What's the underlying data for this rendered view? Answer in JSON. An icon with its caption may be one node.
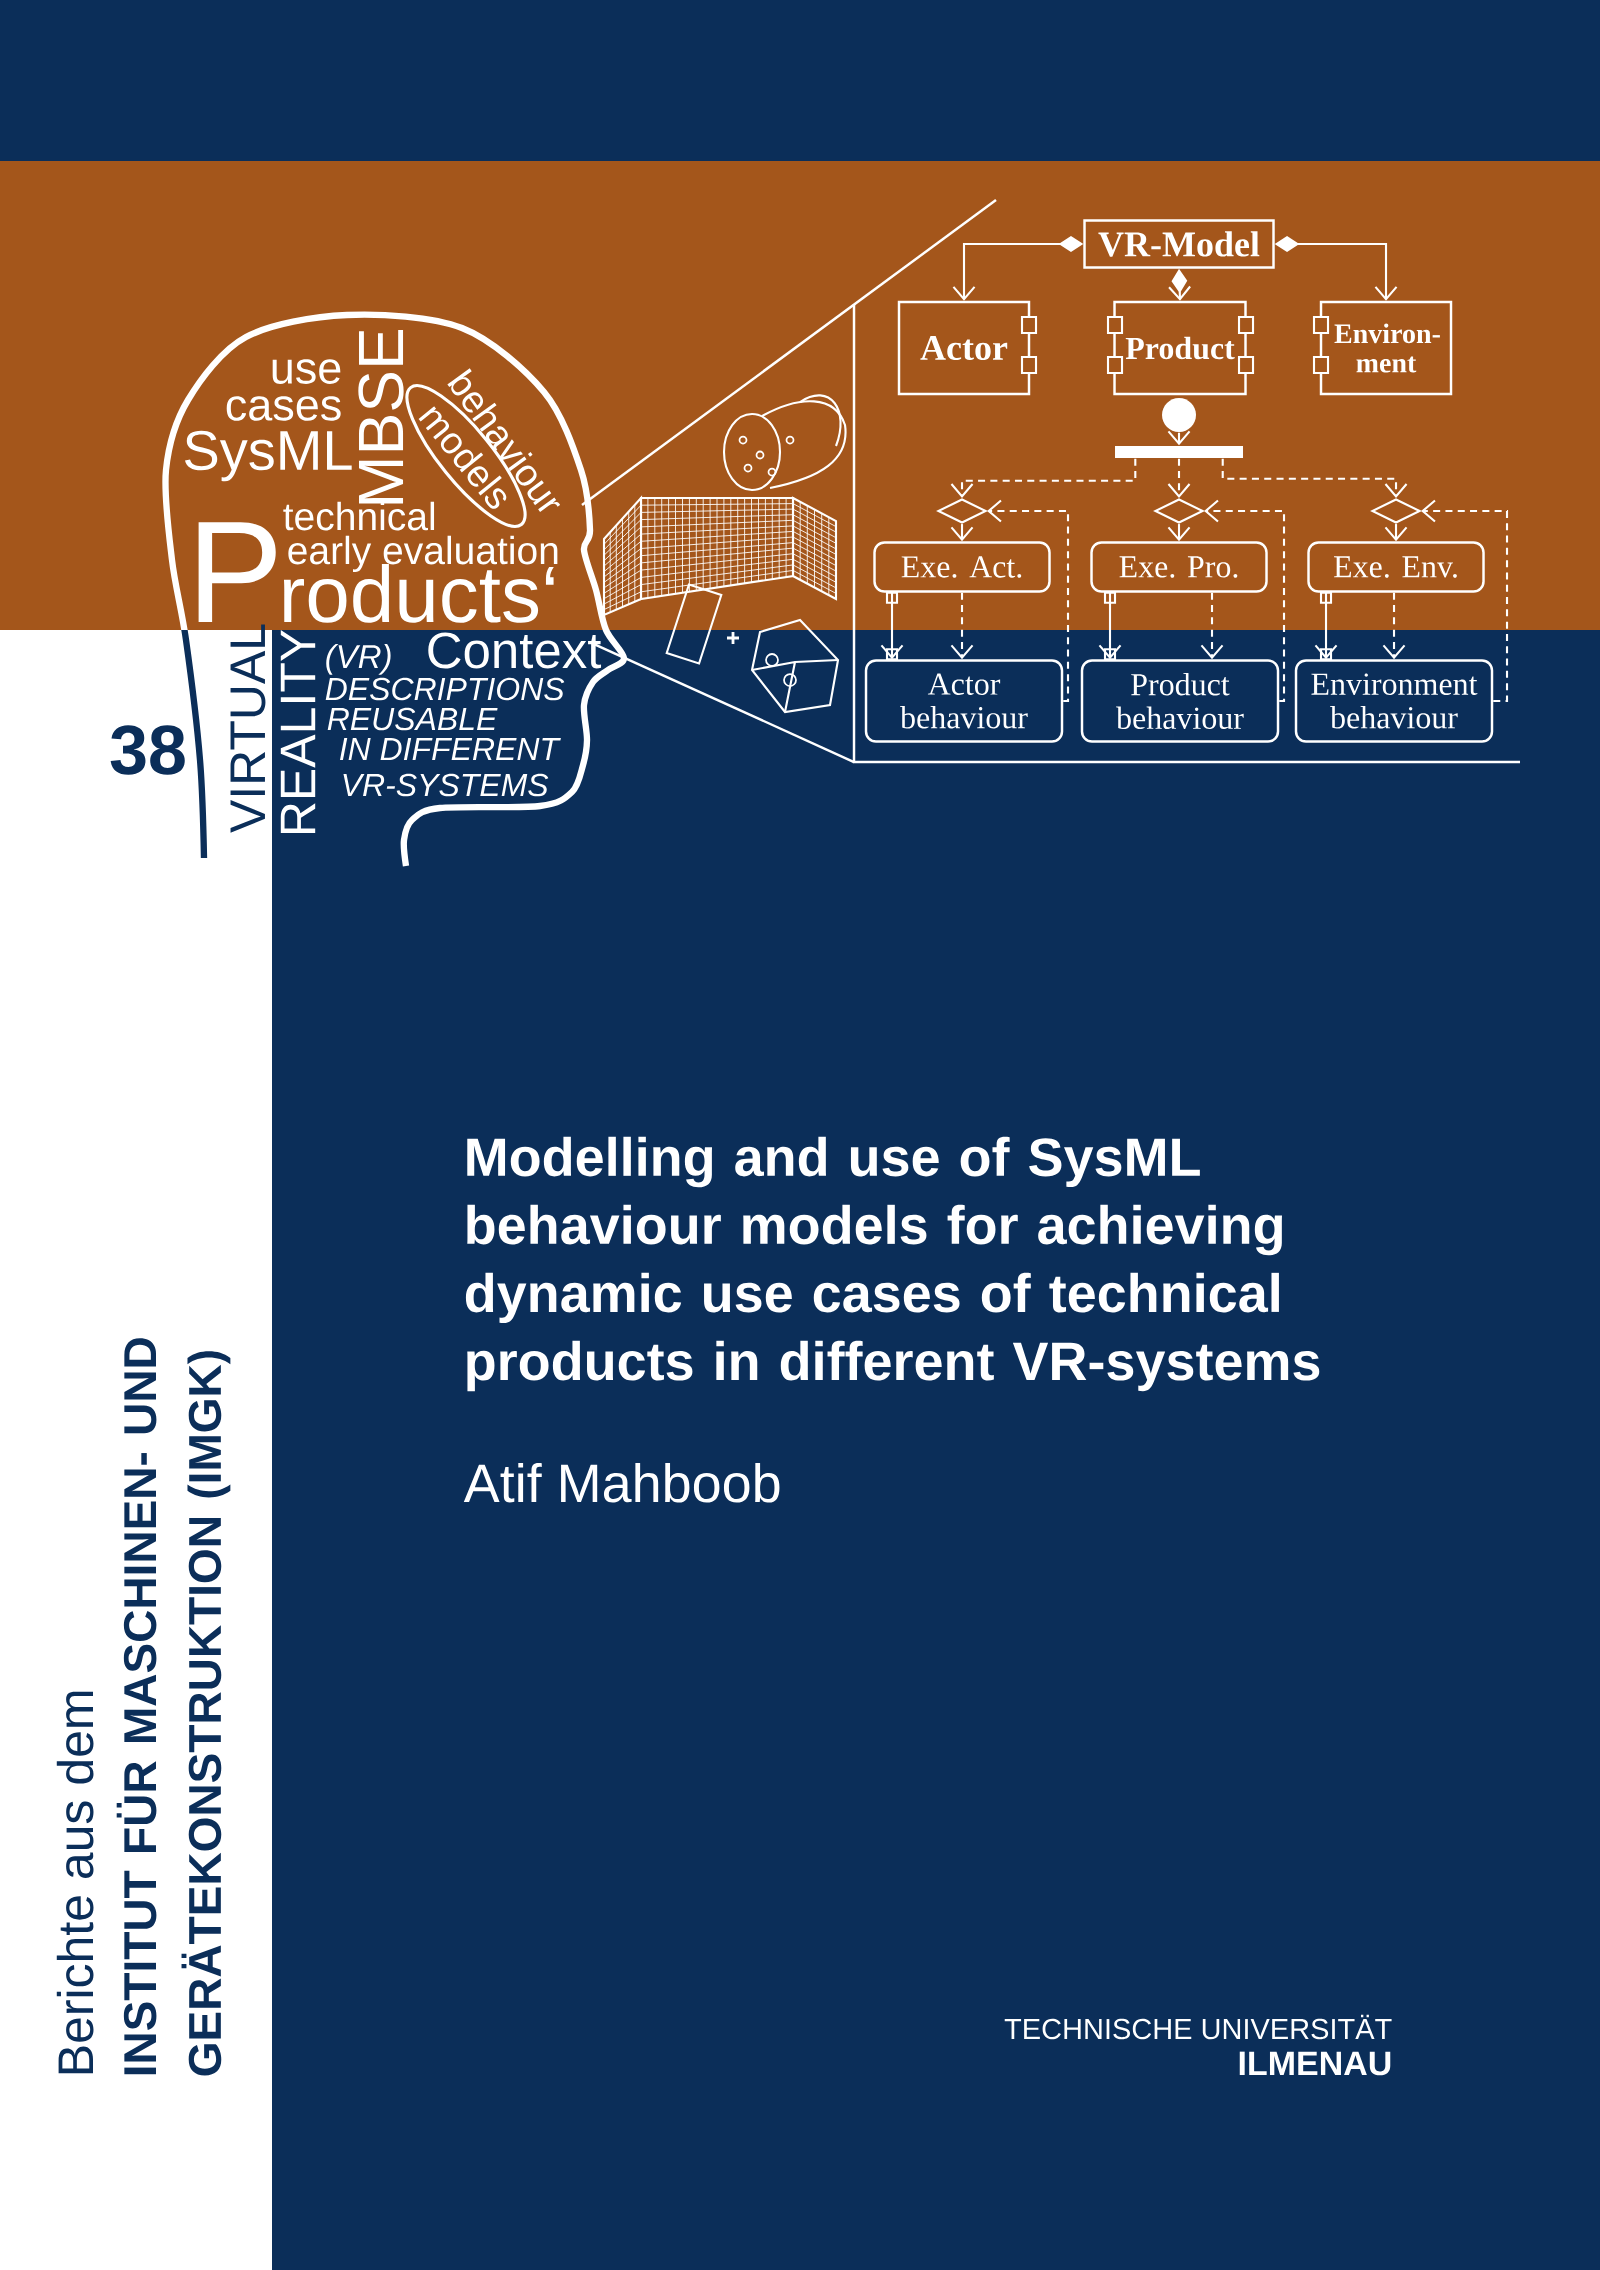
{
  "diagram": {
    "title": "Modelling and use of SysML behaviour models for achieving dynamic use cases of technical products in different VR-systems",
    "nodes": [
      {
        "text": [
          "VR-Model"
        ]
      },
      {
        "text": [
          "Actor"
        ]
      },
      {
        "text": [
          "Product"
        ]
      },
      {
        "text": [
          "Environ- ment"
        ]
      },
      {
        "text": [],
        "shape": "circle"
      },
      {
        "text": [],
        "shape": "bar"
      },
      {
        "text": [],
        "shape": "diamond"
      },
      {
        "text": [],
        "shape": "diamond"
      },
      {
        "text": [],
        "shape": "diamond"
      },
      {
        "text": [
          "Exe. Act."
        ]
      },
      {
        "text": [
          "Exe. Pro."
        ]
      },
      {
        "text": [
          "Exe. Env."
        ]
      },
      {
        "text": [
          "Actor behaviour"
        ]
      },
      {
        "text": [
          "Product behaviour"
        ]
      },
      {
        "text": [
          "Environment behaviour"
        ]
      },
      {
        "text": [
          "models"
        ]
      }
    ],
    "edges": [
      {
        "from": 0,
        "to": 1,
        "arrow": "to"
      },
      {
        "from": 0,
        "to": 2,
        "arrow": "to"
      },
      {
        "from": 0,
        "to": 3,
        "arrow": "to"
      },
      {
        "from": 4,
        "to": 5,
        "arrow": "to"
      },
      {
        "from": 5,
        "to": 6,
        "arrow": "to",
        "style": "dashed"
      },
      {
        "from": 5,
        "to": 7,
        "arrow": "to",
        "style": "dashed"
      },
      {
        "from": 5,
        "to": 8,
        "arrow": "to",
        "style": "dashed"
      },
      {
        "from": 6,
        "to": 9,
        "arrow": "to"
      },
      {
        "from": 7,
        "to": 10,
        "arrow": "to"
      },
      {
        "from": 8,
        "to": 11,
        "arrow": "to"
      },
      {
        "from": 9,
        "to": 12,
        "arrow": "to"
      },
      {
        "from": 10,
        "to": 13,
        "arrow": "to"
      },
      {
        "from": 11,
        "to": 14,
        "arrow": "to"
      },
      {
        "from": 9,
        "to": 12,
        "arrow": "to",
        "style": "dashed"
      },
      {
        "from": 10,
        "to": 13,
        "arrow": "to",
        "style": "dashed"
      },
      {
        "from": 11,
        "to": 14,
        "arrow": "to",
        "style": "dashed"
      },
      {
        "from": 12,
        "to": 6,
        "arrow": "to",
        "style": "dashed"
      },
      {
        "from": 13,
        "to": 7,
        "arrow": "to",
        "style": "dashed"
      },
      {
        "from": 14,
        "to": 8,
        "arrow": "to",
        "style": "dashed"
      }
    ],
    "labels": [
      "use cases",
      "MBSE",
      "behaviour",
      "SysML",
      "technical",
      "P",
      "early evaluation",
      "roducts‘",
      "VIRTUAL",
      "REALITY",
      "(VR)",
      "Context",
      "DESCRIPTIONS",
      "REUSABLE",
      "IN DIFFERENT",
      "VR-SYSTEMS",
      "38",
      "Atif Mahboob",
      "Berichte aus dem",
      "INSTITUT FÜR MASCHINEN- UND GERÄTEKONSTRUKTION (IMGK)",
      "TECHNISCHE UNIVERSITÄT",
      "ILMENAU"
    ]
  }
}
